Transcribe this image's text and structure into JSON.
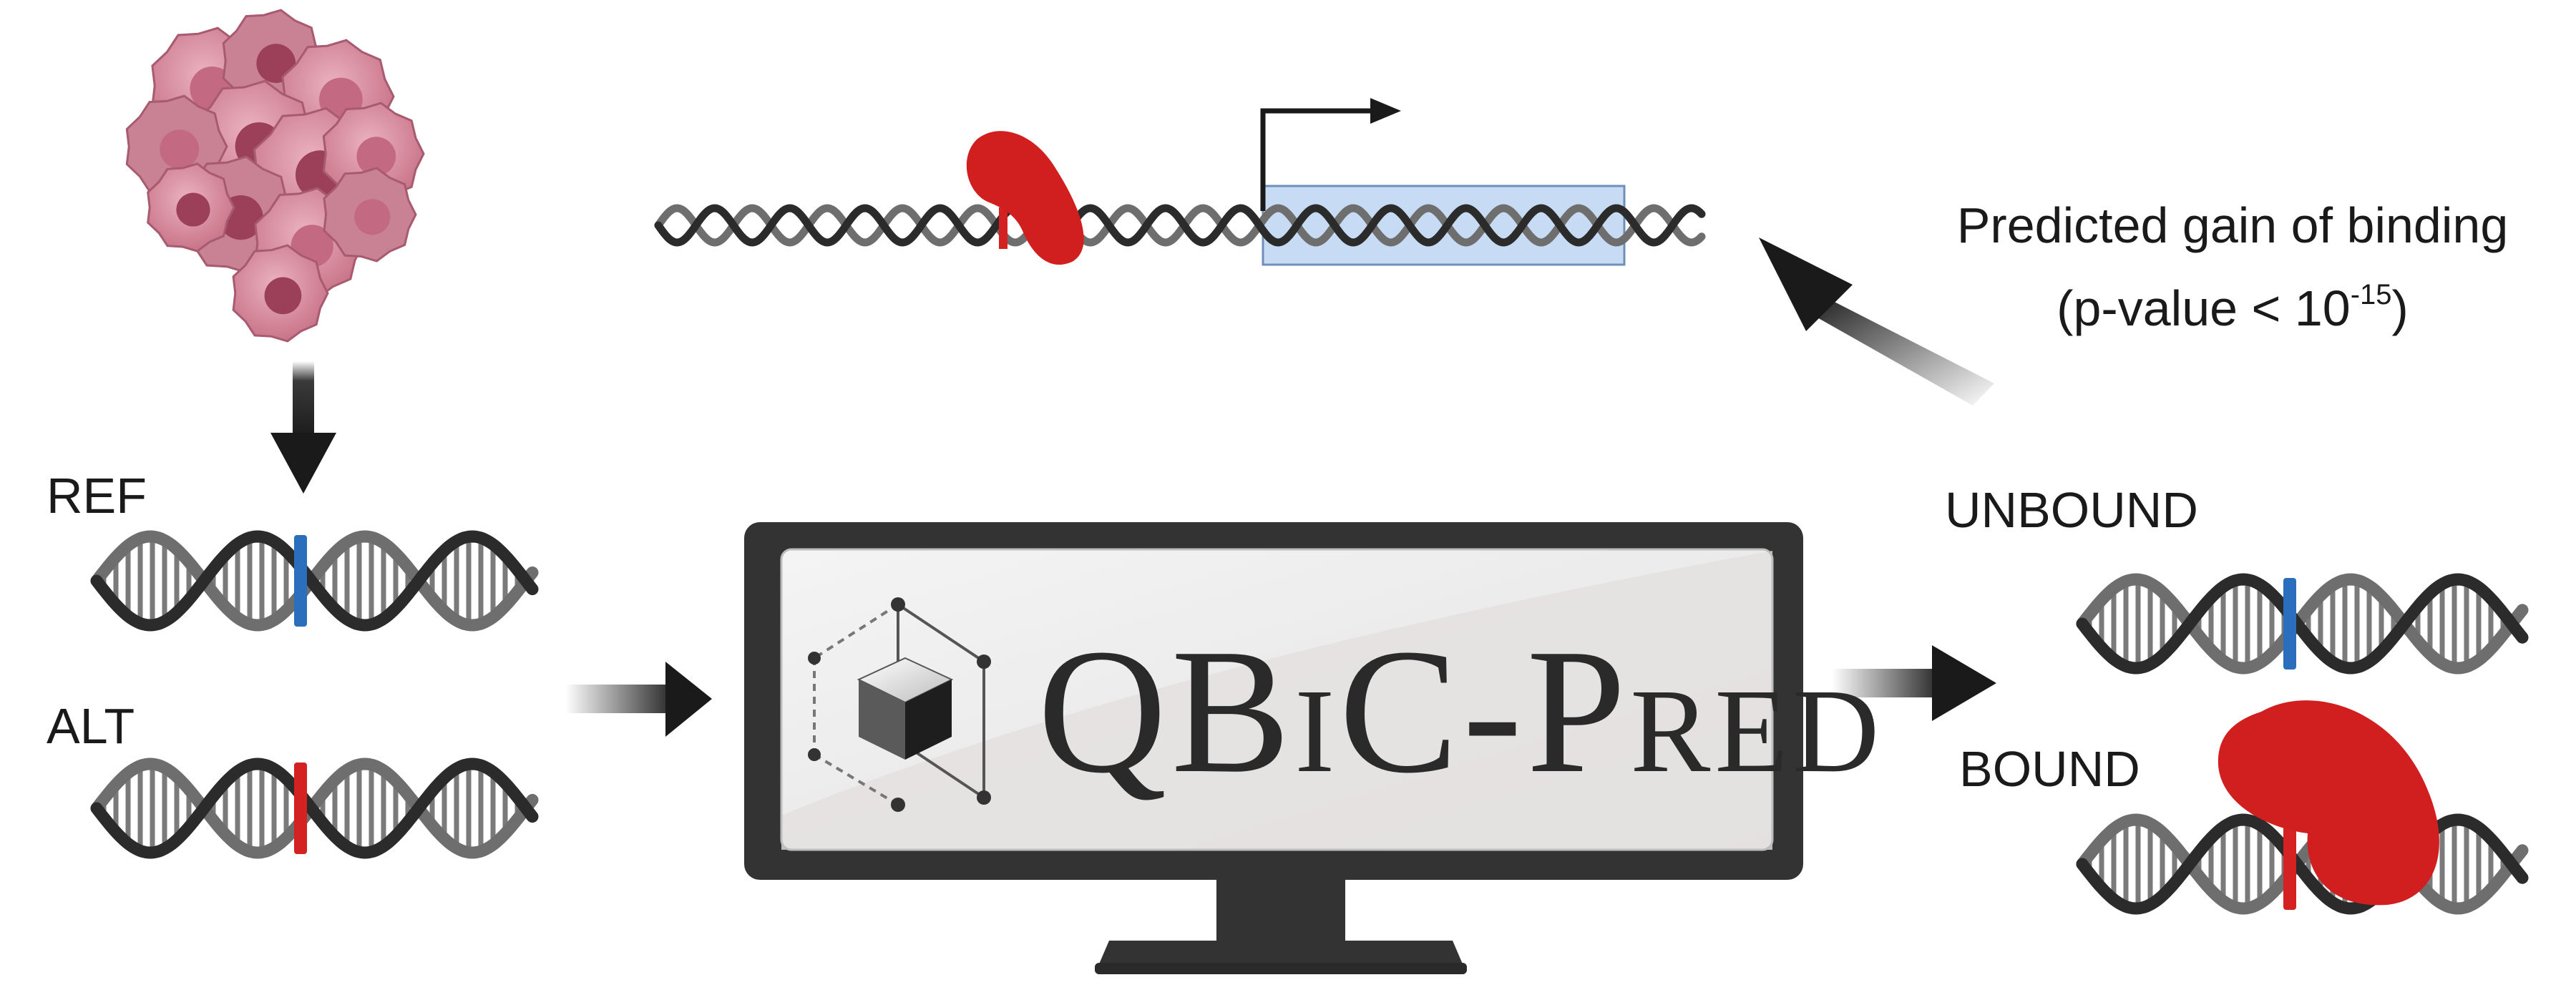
{
  "labels": {
    "ref": "REF",
    "alt": "ALT",
    "unbound": "UNBOUND",
    "bound": "BOUND",
    "predicted_line1": "Predicted gain of binding",
    "predicted_line2_prefix": "(p-value < 10",
    "predicted_line2_exponent": "-15",
    "predicted_line2_suffix": ")"
  },
  "logo": {
    "q": "Q",
    "b": "B",
    "i": "I",
    "c": "C",
    "dash": "-",
    "p": "P",
    "red": "RED"
  },
  "colors": {
    "dna_dark": "#2b2b2b",
    "dna_gray": "#6e6e6e",
    "ref_allele": "#2a6ebd",
    "alt_allele": "#d42222",
    "tf_protein": "#d11f1f",
    "promoter_box": "#c7dcf4",
    "monitor_frame": "#333333",
    "tumor_pink": "#d98a9c",
    "tumor_dark": "#9b4058"
  },
  "icons": {
    "tumor": "tumor-cell-cluster-icon",
    "tf": "transcription-factor-icon",
    "tss": "transcription-start-arrow-icon",
    "cube": "cube-logo-icon"
  }
}
